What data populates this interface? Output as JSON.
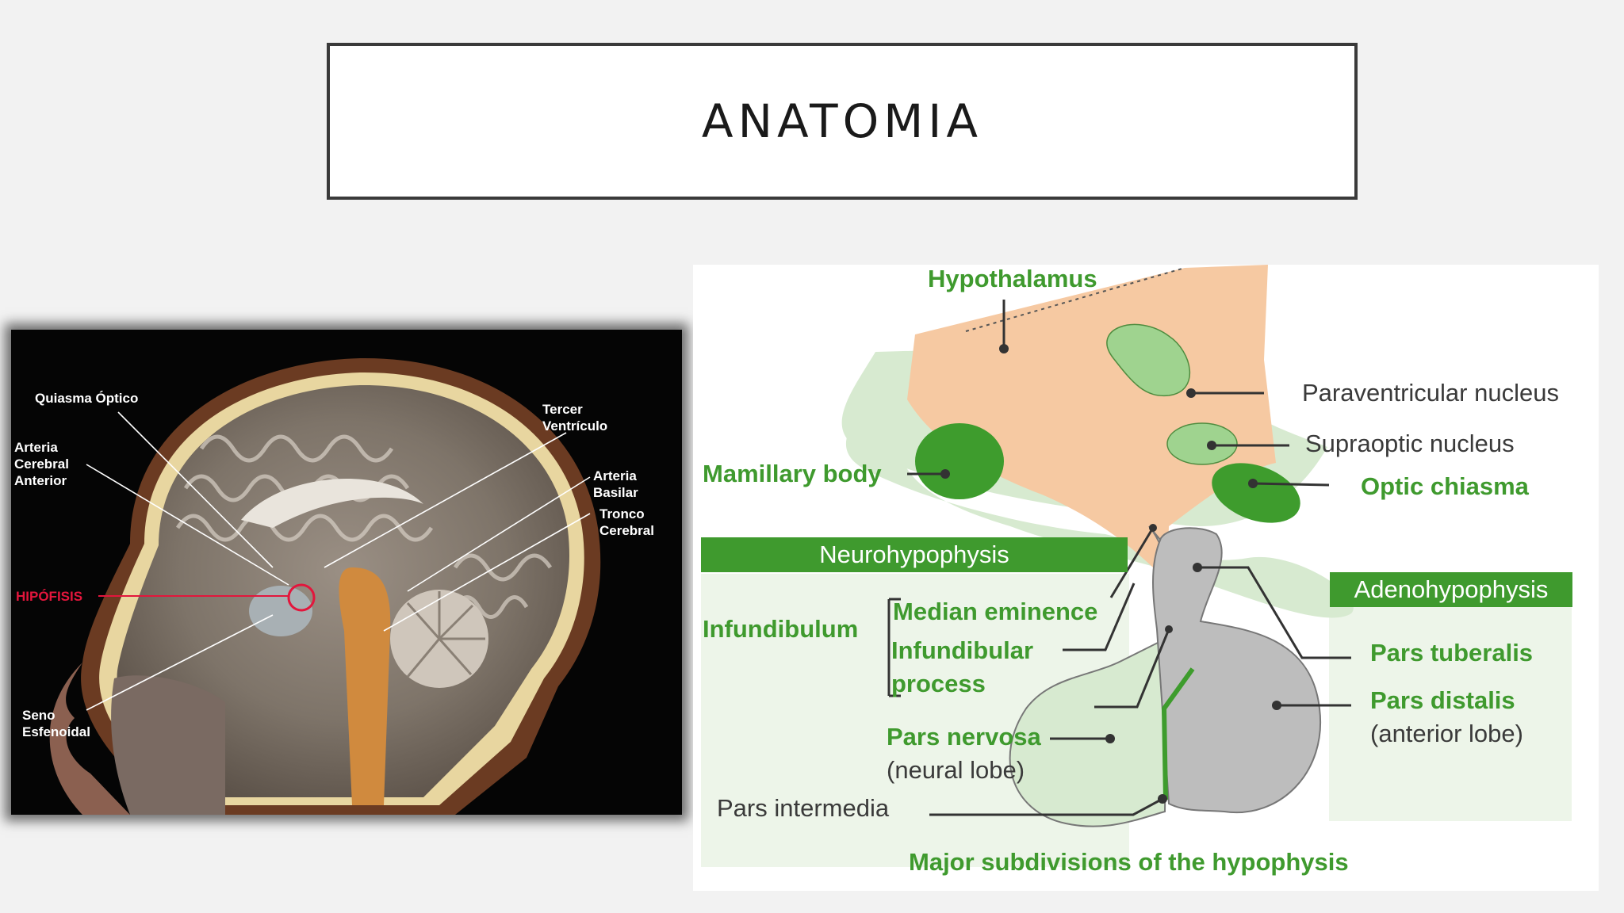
{
  "slide": {
    "title": "ANATOMIA"
  },
  "mri": {
    "labels": {
      "quiasma": "Quiasma Óptico",
      "arteria_cerebral": "Arteria\nCerebral\nAnterior",
      "tercer": "Tercer\nVentrículo",
      "basilar": "Arteria Basilar",
      "tronco": "Tronco\nCerebral",
      "hipofisis": "HIPÓFISIS",
      "seno": "Seno\nEsfenoidal"
    },
    "colors": {
      "hipofisis_highlight": "#e3163c"
    }
  },
  "diagram": {
    "labels": {
      "hypothalamus": "Hypothalamus",
      "paraventricular": "Paraventricular nucleus",
      "supraoptic": "Supraoptic nucleus",
      "optic_chiasma": "Optic chiasma",
      "mamillary": "Mamillary body",
      "neurohypophysis": "Neurohypophysis",
      "adenohypophysis": "Adenohypophysis",
      "infundibulum": "Infundibulum",
      "median_eminence": "Median eminence",
      "infundibular_process": "Infundibular\nprocess",
      "pars_nervosa": "Pars nervosa",
      "neural_lobe": "(neural lobe)",
      "pars_intermedia": "Pars intermedia",
      "pars_tuberalis": "Pars tuberalis",
      "pars_distalis": "Pars distalis",
      "anterior_lobe": "(anterior lobe)",
      "caption": "Major subdivisions of the hypophysis"
    },
    "colors": {
      "green_text": "#3f9a2e",
      "hypothalamus_fill": "#f6c9a2",
      "light_green": "#d7ead0",
      "mid_green": "#9fd38f",
      "dark_green": "#3e9c2d",
      "gray_fill": "#bdbdbd"
    }
  }
}
